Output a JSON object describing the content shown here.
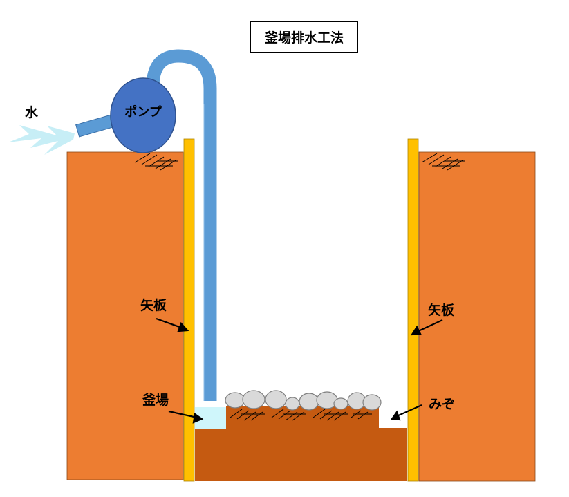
{
  "title": "釜場排水工法",
  "labels": {
    "water": "水",
    "pump": "ポンプ",
    "sheet_pile_left": "矢板",
    "sheet_pile_right": "矢板",
    "sump": "釜場",
    "ditch": "みぞ"
  },
  "colors": {
    "soil": "#ED7D31",
    "excavation_floor": "#C55A11",
    "sheet_pile": "#FFC000",
    "pipe": "#5B9BD5",
    "pump": "#4472C4",
    "water": "#CFF6FB",
    "water_jet": "#C7EEF6",
    "gravel": "#D9D9D9"
  },
  "icons": [
    "water-jet-icon",
    "pump-icon",
    "gravel-stones-icon",
    "ground-hatch-icon",
    "arrow-icon"
  ]
}
